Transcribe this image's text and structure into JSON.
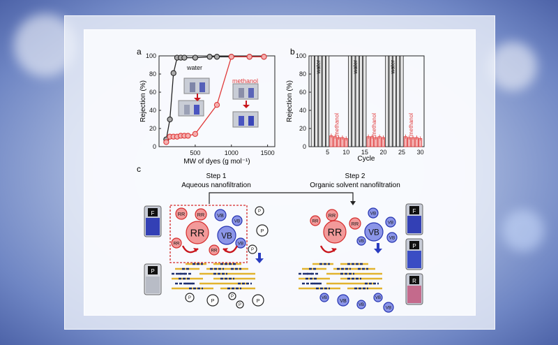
{
  "panels": {
    "a": "a",
    "b": "b",
    "c": "c"
  },
  "chart_data": [
    {
      "type": "scatter",
      "panel": "a",
      "xlabel": "MW of dyes (g mol⁻¹)",
      "ylabel": "Rejection (%)",
      "xlim": [
        0,
        1600
      ],
      "ylim": [
        0,
        100
      ],
      "xticks": [
        "500",
        "1000",
        "1500"
      ],
      "yticks": [
        "0",
        "20",
        "40",
        "60",
        "80",
        "100"
      ],
      "series": [
        {
          "name": "water",
          "color": "#222222",
          "x": [
            100,
            150,
            200,
            250,
            300,
            350,
            500,
            700,
            800,
            1000,
            1250,
            1450
          ],
          "y": [
            8,
            30,
            81,
            98,
            98,
            98,
            98,
            99,
            99,
            99,
            99,
            99
          ]
        },
        {
          "name": "methanol",
          "color": "#e03a3a",
          "x": [
            100,
            150,
            200,
            250,
            300,
            350,
            400,
            500,
            800,
            1000,
            1250,
            1450
          ],
          "y": [
            5,
            11,
            11,
            11,
            12,
            12,
            12,
            14,
            46,
            99,
            99,
            99
          ]
        }
      ],
      "annotations": {
        "water": "water",
        "methanol": "methanol"
      }
    },
    {
      "type": "bar",
      "panel": "b",
      "xlabel": "Cycle",
      "ylabel": "Rejection (%)",
      "xlim": [
        0,
        31
      ],
      "ylim": [
        0,
        100
      ],
      "xticks": [
        "5",
        "10",
        "15",
        "20",
        "25",
        "30"
      ],
      "yticks": [
        "0",
        "20",
        "40",
        "60",
        "80",
        "100"
      ],
      "cycles": [
        1,
        2,
        3,
        4,
        5,
        6,
        7,
        8,
        9,
        10,
        11,
        12,
        13,
        14,
        15,
        16,
        17,
        18,
        19,
        20,
        21,
        22,
        23,
        24,
        25,
        26,
        27,
        28,
        29,
        30
      ],
      "values": [
        100,
        100,
        100,
        100,
        100,
        12,
        11,
        10,
        10,
        9,
        100,
        100,
        100,
        100,
        100,
        11,
        11,
        10,
        11,
        10,
        100,
        100,
        100,
        100,
        100,
        11,
        10,
        10,
        10,
        9
      ],
      "solvent": [
        "water",
        "water",
        "water",
        "water",
        "water",
        "methanol",
        "methanol",
        "methanol",
        "methanol",
        "methanol",
        "water",
        "water",
        "water",
        "water",
        "water",
        "methanol",
        "methanol",
        "methanol",
        "methanol",
        "methanol",
        "water",
        "water",
        "water",
        "water",
        "water",
        "methanol",
        "methanol",
        "methanol",
        "methanol",
        "methanol"
      ],
      "segment_labels": [
        "water",
        "methanol",
        "water",
        "methanol",
        "water",
        "methanol"
      ]
    }
  ],
  "schematic": {
    "step1_title": "Step 1",
    "step1_subtitle": "Aqueous nanofiltration",
    "step2_title": "Step 2",
    "step2_subtitle": "Organic solvent nanofiltration",
    "dye_rr": "RR",
    "dye_vb": "VB",
    "dye_p": "P",
    "vial_f": "F",
    "vial_p": "P",
    "vial_r": "R",
    "colors": {
      "rr": "#e55a5a",
      "vb": "#3f4fc9",
      "membrane_yellow": "#e2b32e",
      "membrane_navy": "#1e2f6e",
      "arrow_red": "#c8161d"
    }
  }
}
